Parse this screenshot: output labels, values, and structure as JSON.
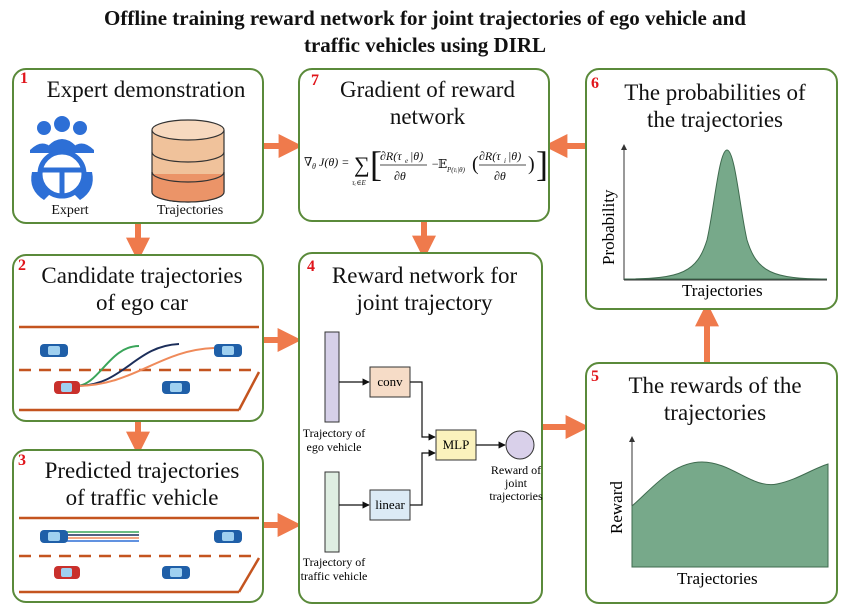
{
  "title": {
    "line1": "Offline training reward network for joint trajectories of ego vehicle and",
    "line2": "traffic vehicles using DIRL"
  },
  "boxes": {
    "b1": {
      "num": "1",
      "title": "Expert demonstration",
      "expert_label": "Expert",
      "traj_label": "Trajectories"
    },
    "b2": {
      "num": "2",
      "title1": "Candidate trajectories",
      "title2": "of ego car"
    },
    "b3": {
      "num": "3",
      "title1": "Predicted trajectories",
      "title2": "of traffic vehicle"
    },
    "b4": {
      "num": "4",
      "title1": "Reward network for",
      "title2": "joint trajectory",
      "conv": "conv",
      "linear": "linear",
      "mlp": "MLP",
      "ego_label1": "Trajectory of",
      "ego_label2": "ego vehicle",
      "traffic_label1": "Trajectory of",
      "traffic_label2": "traffic vehicle",
      "reward_label1": "Reward of",
      "reward_label2": "joint",
      "reward_label3": "trajectories"
    },
    "b5": {
      "num": "5",
      "title1": "The rewards of the",
      "title2": "trajectories",
      "ylabel": "Reward",
      "xlabel": "Trajectories"
    },
    "b6": {
      "num": "6",
      "title1": "The probabilities of",
      "title2": "the trajectories",
      "ylabel": "Probability",
      "xlabel": "Trajectories"
    },
    "b7": {
      "num": "7",
      "title1": "Gradient of reward",
      "title2": "network"
    }
  },
  "colors": {
    "border": "#5a8a3a",
    "arrow": "#ef7a4c",
    "fill_green": "#77a98a",
    "road": "#c4541f",
    "number": "#e0151b"
  }
}
